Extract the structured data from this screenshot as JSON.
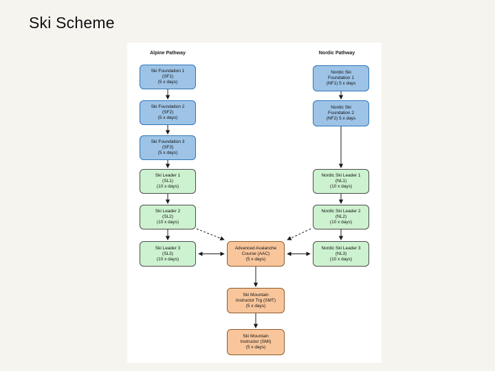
{
  "slide": {
    "title": "Ski Scheme"
  },
  "colors": {
    "foundation": {
      "fill": "#9dc3e6",
      "border": "#2e75b6"
    },
    "leader": {
      "fill": "#cdf2d0",
      "border": "#4a4a4a"
    },
    "instructor": {
      "fill": "#f9c69c",
      "border": "#8c5a28"
    },
    "connector": "#1a1a1a"
  },
  "diagram": {
    "headers": {
      "alpine": "Alpine Pathway",
      "nordic": "Nordic Pathway"
    },
    "nodes": {
      "sf1": {
        "type": "foundation",
        "lines": [
          "Ski Foundation 1",
          "(SF1)",
          "(5 x days)"
        ]
      },
      "sf2": {
        "type": "foundation",
        "lines": [
          "Ski Foundation 2",
          "(SF2)",
          "(5 x days)"
        ]
      },
      "sf3": {
        "type": "foundation",
        "lines": [
          "Ski Foundation 3",
          "(SF3)",
          "(5 x days)"
        ]
      },
      "sl1": {
        "type": "leader",
        "lines": [
          "Ski Leader 1",
          "(SL1)",
          "(10 x days)"
        ]
      },
      "sl2": {
        "type": "leader",
        "lines": [
          "Ski Leader 2",
          "(SL2)",
          "(10 x days)"
        ]
      },
      "sl3": {
        "type": "leader",
        "lines": [
          "Ski Leader 3",
          "(SL3)",
          "(10 x days)"
        ]
      },
      "nf1": {
        "type": "foundation",
        "lines": [
          "Nordic Ski",
          "Foundation 1",
          "(NF1) 5 x days"
        ]
      },
      "nf2": {
        "type": "foundation",
        "lines": [
          "Nordic Ski",
          "Foundation 2",
          "(NF2) 5 x days"
        ]
      },
      "nl1": {
        "type": "leader",
        "lines": [
          "Nordic Ski Leader 1",
          "(NL1)",
          "(10 x days)"
        ]
      },
      "nl2": {
        "type": "leader",
        "lines": [
          "Nordic Ski Leader 2",
          "(NL2)",
          "(10 x days)"
        ]
      },
      "nl3": {
        "type": "leader",
        "lines": [
          "Nordic Ski Leader 3",
          "(NL3)",
          "(10 x days)"
        ]
      },
      "aac": {
        "type": "instructor",
        "lines": [
          "Advanced Avalanche",
          "Course (AAC)",
          "(5 x days)"
        ]
      },
      "smt": {
        "type": "instructor",
        "lines": [
          "Ski Mountain",
          "Instructor Trg (SMT)",
          "(5 x days)"
        ]
      },
      "smi": {
        "type": "instructor",
        "lines": [
          "Ski Mountain",
          "Instructor (SMI)",
          "(5 x days)"
        ]
      }
    }
  }
}
